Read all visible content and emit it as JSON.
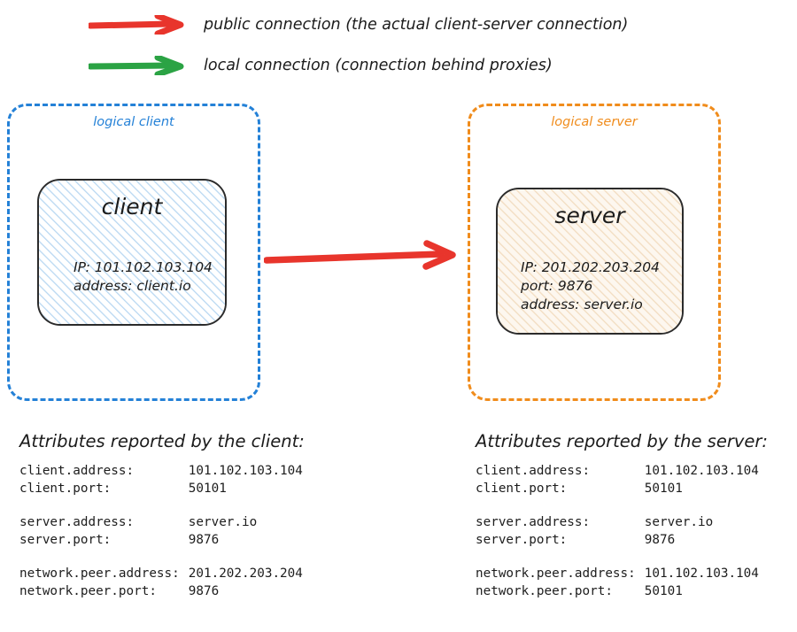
{
  "colors": {
    "public_arrow": "#e8352c",
    "local_arrow": "#2ba344",
    "client_container_border": "#2481d7",
    "server_container_border": "#f08c1c",
    "client_node_fill": "#dbeaf8",
    "server_node_fill": "#fbe9d4",
    "node_border": "#2b2b2b",
    "text": "#1b1b1b"
  },
  "legend": [
    {
      "arrow_icon": "red-right-arrow-icon",
      "color": "#e8352c",
      "label": "public connection (the actual client-server connection)"
    },
    {
      "arrow_icon": "green-right-arrow-icon",
      "color": "#2ba344",
      "label": "local connection (connection behind proxies)"
    }
  ],
  "diagram": {
    "client_container": {
      "label": "logical client",
      "node": {
        "title": "client",
        "lines": [
          "IP: 101.102.103.104",
          "address: client.io"
        ]
      }
    },
    "server_container": {
      "label": "logical server",
      "node": {
        "title": "server",
        "lines": [
          "IP: 201.202.203.204",
          "port: 9876",
          "address: server.io"
        ]
      }
    },
    "connection_arrow": {
      "icon": "public-connection-arrow-icon",
      "color": "#e8352c",
      "direction": "client-to-server"
    }
  },
  "attributes": {
    "client_panel": {
      "heading": "Attributes reported by the client:",
      "groups": [
        [
          {
            "key": "client.address:",
            "value": "101.102.103.104"
          },
          {
            "key": "client.port:",
            "value": "50101"
          }
        ],
        [
          {
            "key": "server.address:",
            "value": "server.io"
          },
          {
            "key": "server.port:",
            "value": "9876"
          }
        ],
        [
          {
            "key": "network.peer.address:",
            "value": "201.202.203.204"
          },
          {
            "key": "network.peer.port:",
            "value": "9876"
          }
        ]
      ]
    },
    "server_panel": {
      "heading": "Attributes reported by the server:",
      "groups": [
        [
          {
            "key": "client.address:",
            "value": "101.102.103.104"
          },
          {
            "key": "client.port:",
            "value": "50101"
          }
        ],
        [
          {
            "key": "server.address:",
            "value": "server.io"
          },
          {
            "key": "server.port:",
            "value": "9876"
          }
        ],
        [
          {
            "key": "network.peer.address:",
            "value": "101.102.103.104"
          },
          {
            "key": "network.peer.port:",
            "value": "50101"
          }
        ]
      ]
    }
  }
}
